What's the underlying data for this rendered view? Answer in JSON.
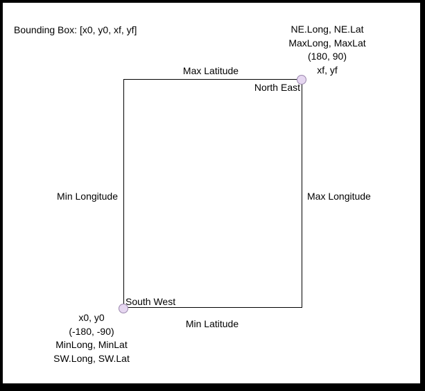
{
  "title": "Bounding Box: [x0, y0, xf, yf]",
  "box_labels": {
    "top": "Max Latitude",
    "bottom": "Min Latitude",
    "left": "Min Longitude",
    "right": "Max Longitude"
  },
  "corners": {
    "north_east": {
      "name": "North East",
      "lines": [
        "NE.Long, NE.Lat",
        "MaxLong, MaxLat",
        "(180, 90)",
        "xf, yf"
      ]
    },
    "south_west": {
      "name": "South West",
      "lines": [
        "x0, y0",
        "(-180, -90)",
        "MinLong, MinLat",
        "SW.Long, SW.Lat"
      ]
    }
  },
  "marker": {
    "fill": "#e6d7f1",
    "stroke": "#9b87ad"
  },
  "frame": {
    "border_color": "#000000",
    "background": "#ffffff"
  }
}
